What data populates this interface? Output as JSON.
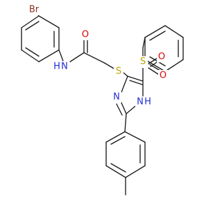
{
  "colors": {
    "background": "#ffffff",
    "bond": "#1a1a1a",
    "carbon": "#1a1a1a",
    "nitrogen": "#1f2bd6",
    "oxygen": "#e00000",
    "sulfur": "#b8a200",
    "bromine": "#8a2f1f"
  },
  "atoms": {
    "br": "Br",
    "amide_n": "N",
    "amide_h": "H",
    "carbonyl_o": "O",
    "thioether_s": "S",
    "sulfonyl_s": "S",
    "sulfonyl_o_top": "O",
    "sulfonyl_o_bottom": "O",
    "ring_n_left": "N",
    "ring_n_right": "N",
    "ring_h": "H"
  }
}
